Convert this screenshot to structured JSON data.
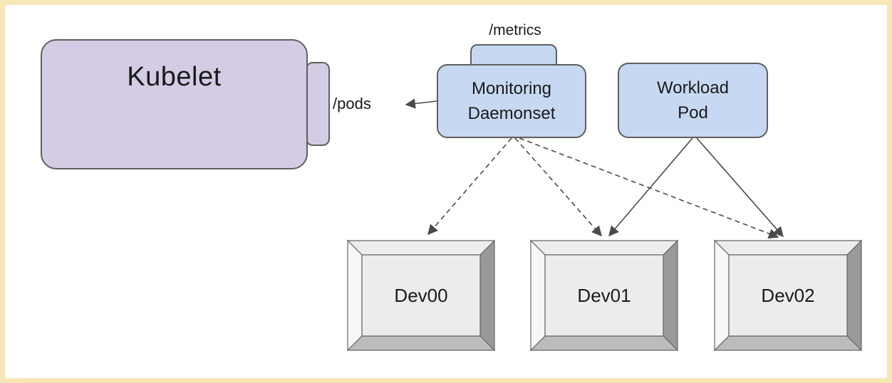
{
  "diagram": {
    "frame_color": "#f6e7b7",
    "background": "#ffffff",
    "colors": {
      "kubelet_fill": "#d3cce4",
      "pod_fill": "#c7d8f3",
      "node_border": "#5f5f5f",
      "arrow": "#4a4a4a",
      "device_face": "#ececec",
      "device_left_face": "#f7f7f7",
      "device_top_face": "#ededed",
      "device_right_face": "#999999",
      "device_bottom_face": "#bcbcbc"
    },
    "nodes": {
      "kubelet": {
        "label": "Kubelet"
      },
      "monitoring_daemonset": {
        "label": "Monitoring Daemonset"
      },
      "workload_pod": {
        "label": "Workload Pod"
      }
    },
    "endpoints": {
      "pods": "/pods",
      "metrics": "/metrics"
    },
    "devices": [
      {
        "label": "Dev00"
      },
      {
        "label": "Dev01"
      },
      {
        "label": "Dev02"
      }
    ],
    "edges": [
      {
        "from": "monitoring_daemonset",
        "to": "kubelet",
        "via": "/pods",
        "style": "solid-arrow-left"
      },
      {
        "from": "monitoring_daemonset",
        "to": "Dev00",
        "style": "dashed"
      },
      {
        "from": "monitoring_daemonset",
        "to": "Dev01",
        "style": "dashed"
      },
      {
        "from": "monitoring_daemonset",
        "to": "Dev02",
        "style": "dashed"
      },
      {
        "from": "workload_pod",
        "to": "Dev01",
        "style": "solid"
      },
      {
        "from": "workload_pod",
        "to": "Dev02",
        "style": "solid"
      }
    ]
  }
}
